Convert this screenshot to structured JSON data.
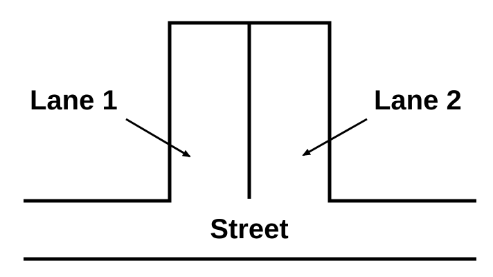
{
  "labels": {
    "lane_left": "Lane 1",
    "lane_right": "Lane 2",
    "street": "Street"
  },
  "colors": {
    "stroke": "#000000",
    "background": "#ffffff"
  }
}
